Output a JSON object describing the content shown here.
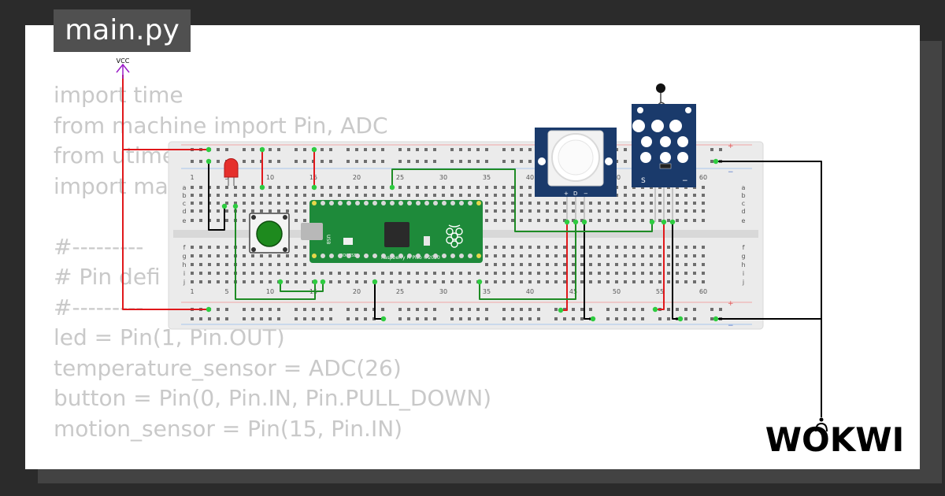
{
  "title": "main.py",
  "code_lines": [
    "import time",
    "from machine import Pin, ADC",
    "from utime",
    "import ma",
    "",
    "#---------",
    "# Pin defi",
    "#---------",
    "led = Pin(1, Pin.OUT)",
    "temperature_sensor = ADC(26)",
    "button = Pin(0, Pin.IN, Pin.PULL_DOWN)",
    "motion_sensor = Pin(15, Pin.IN)"
  ],
  "vcc_label": "VCC",
  "breadboard": {
    "column_numbers": [
      "1",
      "5",
      "10",
      "15",
      "20",
      "25",
      "30",
      "35",
      "40",
      "45",
      "50",
      "55",
      "60"
    ],
    "rows_top": [
      "a",
      "b",
      "c",
      "d",
      "e"
    ],
    "rows_bottom": [
      "f",
      "g",
      "h",
      "i",
      "j"
    ],
    "plus_sign": "+",
    "minus_sign": "−"
  },
  "pico": {
    "label": "Raspberry Pi Pico ©2020",
    "bootsel": "BOOTSEL",
    "usb": "USB"
  },
  "pir_pins": [
    "+",
    "D",
    "−"
  ],
  "temp_module_pins": [
    "S",
    "−"
  ],
  "brand": "WOKWI",
  "colors": {
    "background": "#2b2b2b",
    "card": "#ffffff",
    "code_text": "#c9c9c9",
    "title_box": "#505050",
    "wire_red": "#e0181b",
    "wire_green": "#1f8b25",
    "wire_black": "#000000",
    "pico_green": "#1e8a3a",
    "sensor_blue": "#1a3a6b",
    "vcc_purple": "#9b1dc8"
  }
}
